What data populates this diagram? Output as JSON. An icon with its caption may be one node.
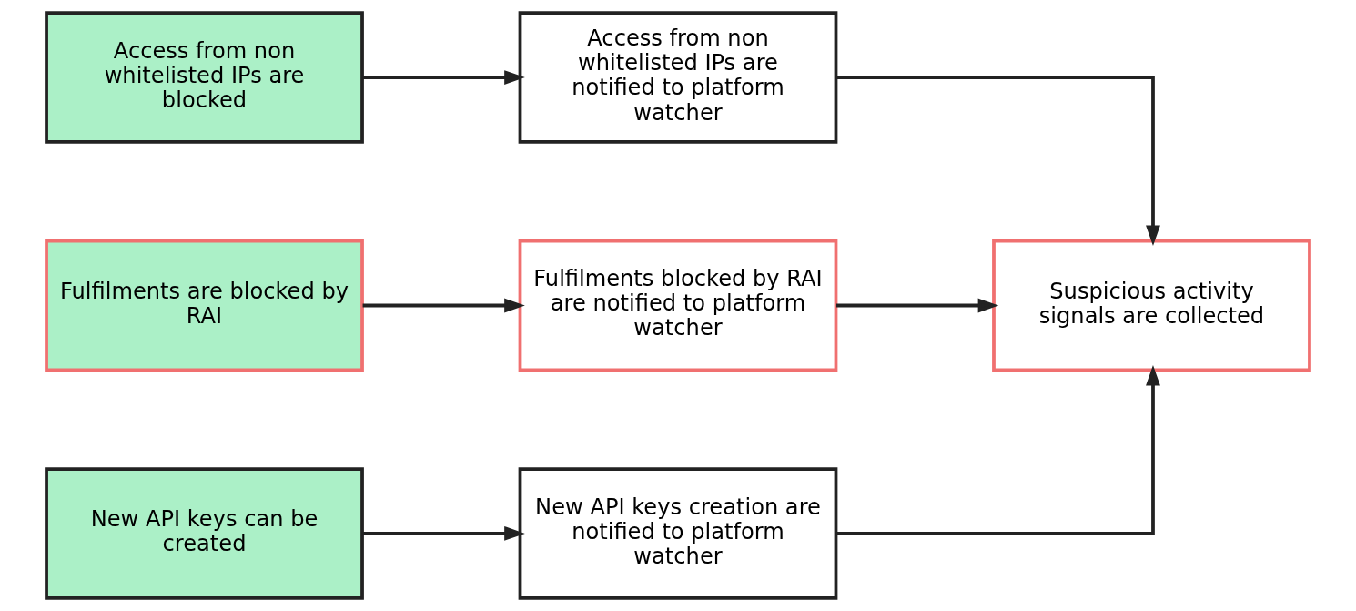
{
  "diagram": {
    "nodes": [
      {
        "text": [
          "Access from non whitelisted IPs are blocked"
        ]
      },
      {
        "text": [
          "Access from non whitelisted IPs are notified to platform watcher"
        ]
      },
      {
        "text": [
          "Fulfilments are blocked by RAI"
        ]
      },
      {
        "text": [
          "Fulfilments blocked by RAI are notified to platform watcher"
        ]
      },
      {
        "text": [
          "New API keys can be created"
        ]
      },
      {
        "text": [
          "New API keys creation are notified to platform watcher"
        ]
      },
      {
        "text": [
          "Suspicious activity signals are collected"
        ]
      }
    ],
    "edges": [
      {
        "from": 0,
        "to": 1,
        "arrow": "to"
      },
      {
        "from": 2,
        "to": 3,
        "arrow": "to"
      },
      {
        "from": 4,
        "to": 5,
        "arrow": "to"
      },
      {
        "from": 1,
        "to": 6,
        "arrow": "to"
      },
      {
        "from": 3,
        "to": 6,
        "arrow": "to"
      },
      {
        "from": 5,
        "to": 6,
        "arrow": "to"
      }
    ]
  }
}
